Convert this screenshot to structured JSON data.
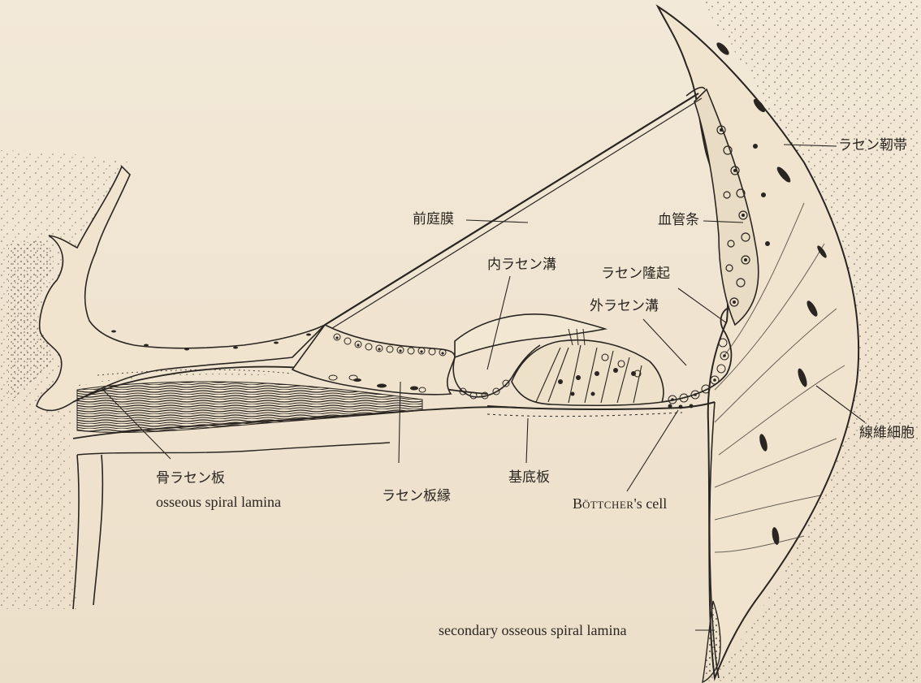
{
  "labels": {
    "spiral_ligament": "ラセン靭帯",
    "vestibular_membrane": "前庭膜",
    "stria_vascularis": "血管条",
    "inner_spiral_sulcus": "内ラセン溝",
    "spiral_prominence": "ラセン隆起",
    "outer_spiral_sulcus": "外ラセン溝",
    "fibrocytes": "線維細胞",
    "osseous_spiral_lamina_jp": "骨ラセン板",
    "osseous_spiral_lamina_en": "osseous spiral lamina",
    "spiral_limbus": "ラセン板縁",
    "basilar_membrane": "基底板",
    "bottcher_cell_prefix": "B",
    "bottcher_cell_smallcaps": "ÖTTCHER",
    "bottcher_cell_suffix": "'s cell",
    "secondary_osseous_spiral_lamina": "secondary osseous spiral lamina"
  },
  "colors": {
    "paper": "#f1e6d3",
    "ink": "#2a2520"
  }
}
